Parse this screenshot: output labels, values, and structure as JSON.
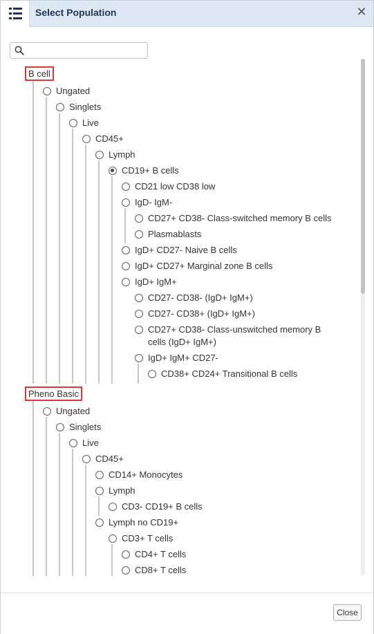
{
  "dialog": {
    "title": "Select Population",
    "title_icon": "list-icon",
    "close_icon": "close-icon",
    "close_glyph": "✕"
  },
  "search": {
    "placeholder": "",
    "value": "",
    "icon": "search-icon"
  },
  "tree": {
    "groups": [
      {
        "label": "B cell",
        "nodes": [
          {
            "label": "Ungated",
            "depth": 1
          },
          {
            "label": "Singlets",
            "depth": 2
          },
          {
            "label": "Live",
            "depth": 3
          },
          {
            "label": "CD45+",
            "depth": 4
          },
          {
            "label": "Lymph",
            "depth": 5
          },
          {
            "label": "CD19+ B cells",
            "depth": 6,
            "selected": true
          },
          {
            "label": "CD21 low CD38 low",
            "depth": 7
          },
          {
            "label": "IgD- IgM-",
            "depth": 7
          },
          {
            "label": "CD27+ CD38- Class-switched memory B cells",
            "depth": 8
          },
          {
            "label": "Plasmablasts",
            "depth": 8
          },
          {
            "label": "IgD+ CD27- Naive B cells",
            "depth": 7
          },
          {
            "label": "IgD+ CD27+ Marginal zone B cells",
            "depth": 7
          },
          {
            "label": "IgD+ IgM+",
            "depth": 7
          },
          {
            "label": "CD27- CD38- (IgD+ IgM+)",
            "depth": 8
          },
          {
            "label": "CD27- CD38+ (IgD+ IgM+)",
            "depth": 8
          },
          {
            "label": "CD27+ CD38- Class-unswitched memory B",
            "label2": "cells (IgD+ IgM+)",
            "depth": 8
          },
          {
            "label": "IgD+ IgM+ CD27-",
            "depth": 8
          },
          {
            "label": "CD38+ CD24+ Transitional B cells",
            "depth": 9
          }
        ]
      },
      {
        "label": "Pheno Basic",
        "nodes": [
          {
            "label": "Ungated",
            "depth": 1
          },
          {
            "label": "Singlets",
            "depth": 2
          },
          {
            "label": "Live",
            "depth": 3
          },
          {
            "label": "CD45+",
            "depth": 4
          },
          {
            "label": "CD14+ Monocytes",
            "depth": 5
          },
          {
            "label": "Lymph",
            "depth": 5
          },
          {
            "label": "CD3- CD19+ B cells",
            "depth": 6
          },
          {
            "label": "Lymph no CD19+",
            "depth": 5
          },
          {
            "label": "CD3+ T cells",
            "depth": 6
          },
          {
            "label": "CD4+ T cells",
            "depth": 7
          },
          {
            "label": "CD8+ T cells",
            "depth": 7
          }
        ]
      }
    ]
  },
  "footer": {
    "close_label": "Close"
  }
}
